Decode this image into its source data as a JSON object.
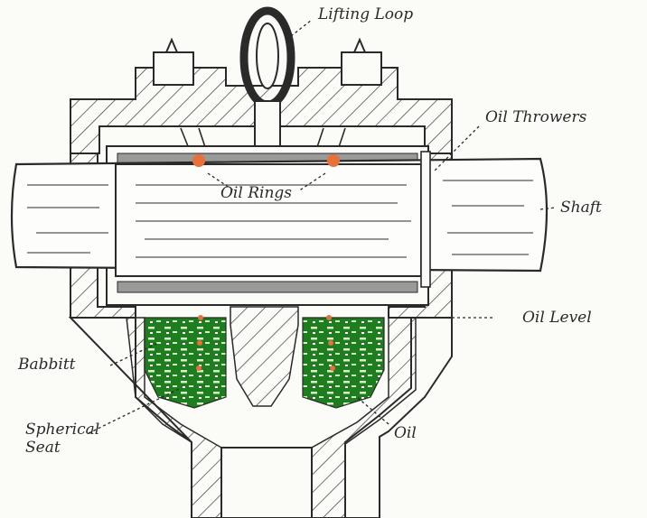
{
  "labels": {
    "lifting_loop": "Lifting Loop",
    "oil_throwers": "Oil Throwers",
    "shaft": "Shaft",
    "oil_rings": "Oil Rings",
    "oil_level": "Oil Level",
    "babbitt": "Babbitt",
    "spherical_line1": "Spherical",
    "spherical_line2": "Seat",
    "oil": "Oil"
  },
  "colors": {
    "ink": "#2a2a2a",
    "oil_ring": "#e8703a",
    "oil": "#1e7d1e",
    "oil_light": "#d8f0c8"
  }
}
